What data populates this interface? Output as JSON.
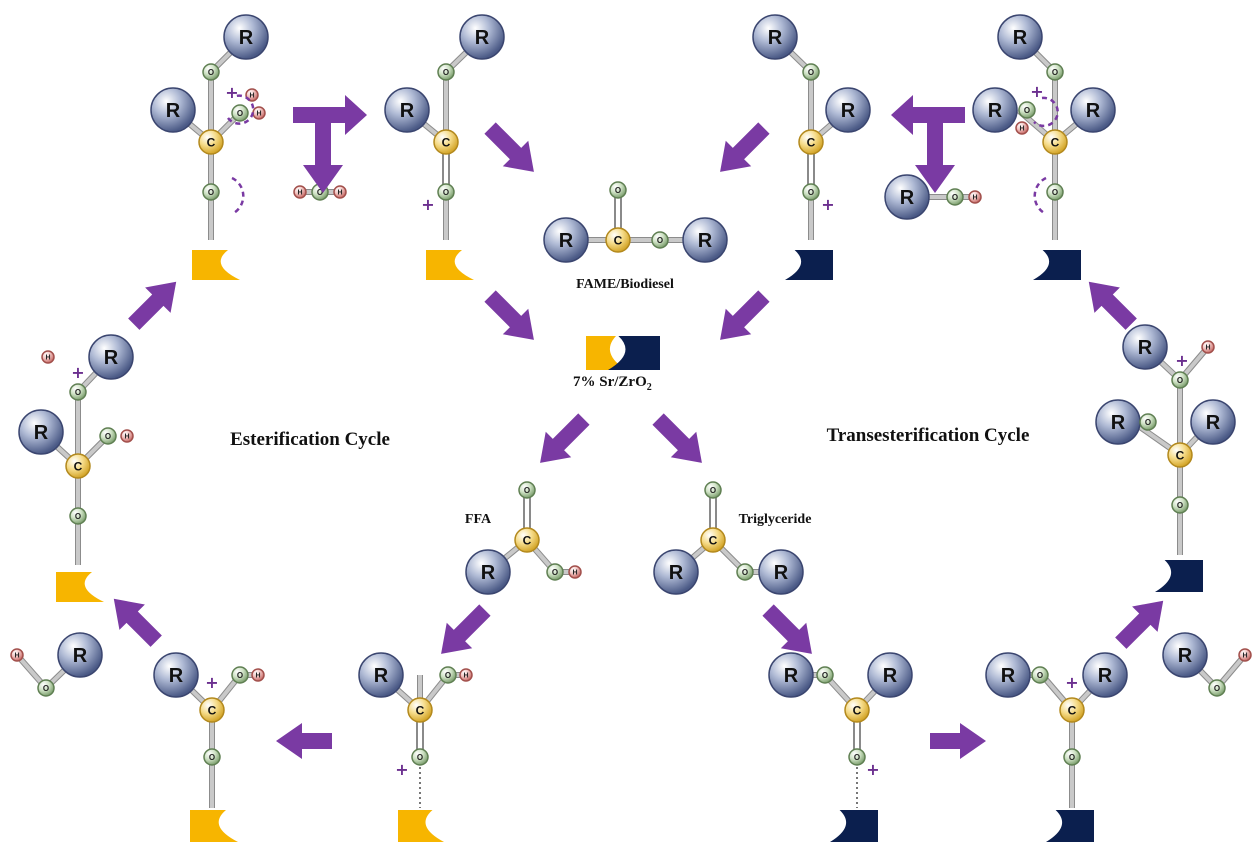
{
  "labels": {
    "esterification_cycle": "Esterification Cycle",
    "transesterification_cycle": "Transesterification Cycle",
    "fame_biodiesel": "FAME/Biodiesel",
    "catalyst_main": "7% Sr/ZrO",
    "catalyst_sub": "2",
    "ffa": "FFA",
    "triglyceride": "Triglyceride"
  },
  "atoms": {
    "r": "R",
    "c": "C",
    "o": "O",
    "h": "H",
    "plus": "+"
  },
  "colors": {
    "r_atom": "#7f8fb3",
    "c_atom": "#f1cf6b",
    "o_atom": "#b9d3ad",
    "h_atom": "#e8a7a3",
    "arrow": "#7a3aa3",
    "catalyst_yellow": "#f7b500",
    "catalyst_navy": "#0b1f4e"
  }
}
